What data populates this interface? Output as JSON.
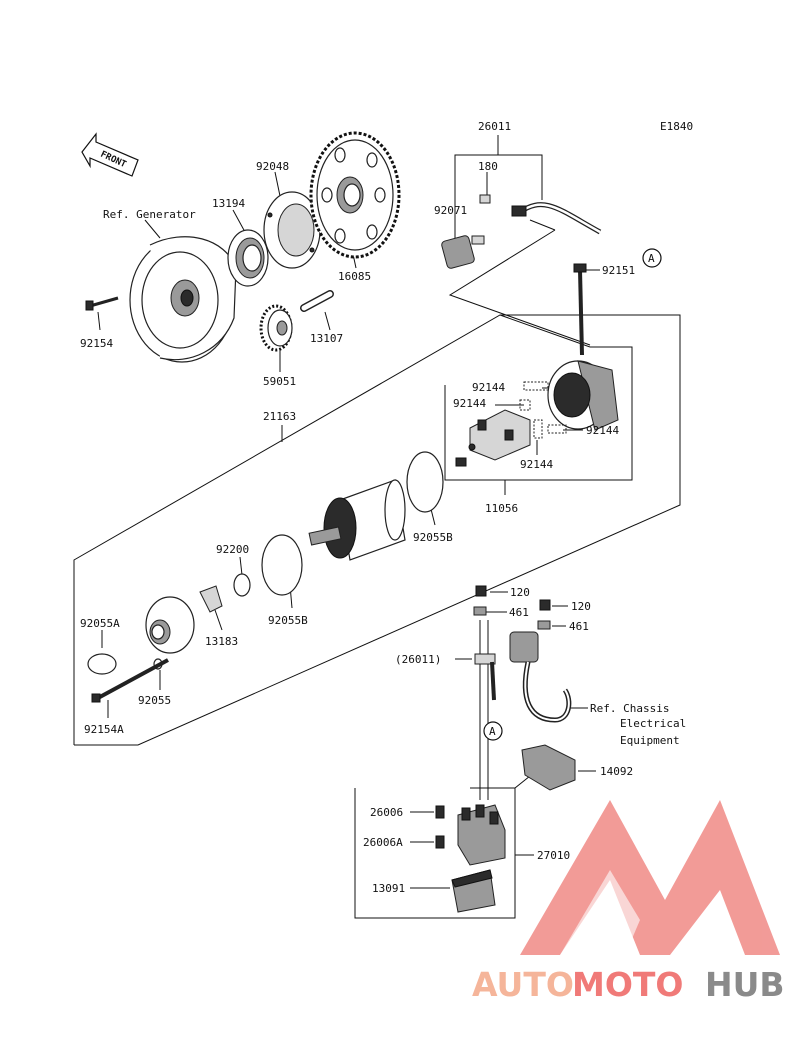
{
  "diagram_code": "E1840",
  "front_marker": "FRONT",
  "callout_letter": "A",
  "parts": {
    "p26011": "26011",
    "p180": "180",
    "p92071": "92071",
    "p92151": "92151",
    "p92048": "92048",
    "p13194": "13194",
    "ref_generator": "Ref. Generator",
    "p92154": "92154",
    "p16085": "16085",
    "p13107": "13107",
    "p59051": "59051",
    "p21163": "21163",
    "p92144_a": "92144",
    "p92144_b": "92144",
    "p92144_c": "92144",
    "p92144_d": "92144",
    "p11056": "11056",
    "p92055B_a": "92055B",
    "p92200": "92200",
    "p92055B_b": "92055B",
    "p92055A": "92055A",
    "p13183": "13183",
    "p92055": "92055",
    "p92154A": "92154A",
    "p120_a": "120",
    "p461_a": "461",
    "p120_b": "120",
    "p461_b": "461",
    "p26011_ref": "(26011)",
    "ref_chassis_1": "Ref. Chassis",
    "ref_chassis_2": "Electrical",
    "ref_chassis_3": "Equipment",
    "p14092": "14092",
    "p26006": "26006",
    "p26006A": "26006A",
    "p27010": "27010",
    "p13091": "13091"
  },
  "watermark": {
    "auto": "AUTO",
    "moto": "MOTO",
    "hub": "HUB",
    "color_auto": "#f5b59a",
    "color_moto": "#f07a78",
    "color_hub": "#8a8a8a",
    "logo_color": "#f08a86"
  }
}
